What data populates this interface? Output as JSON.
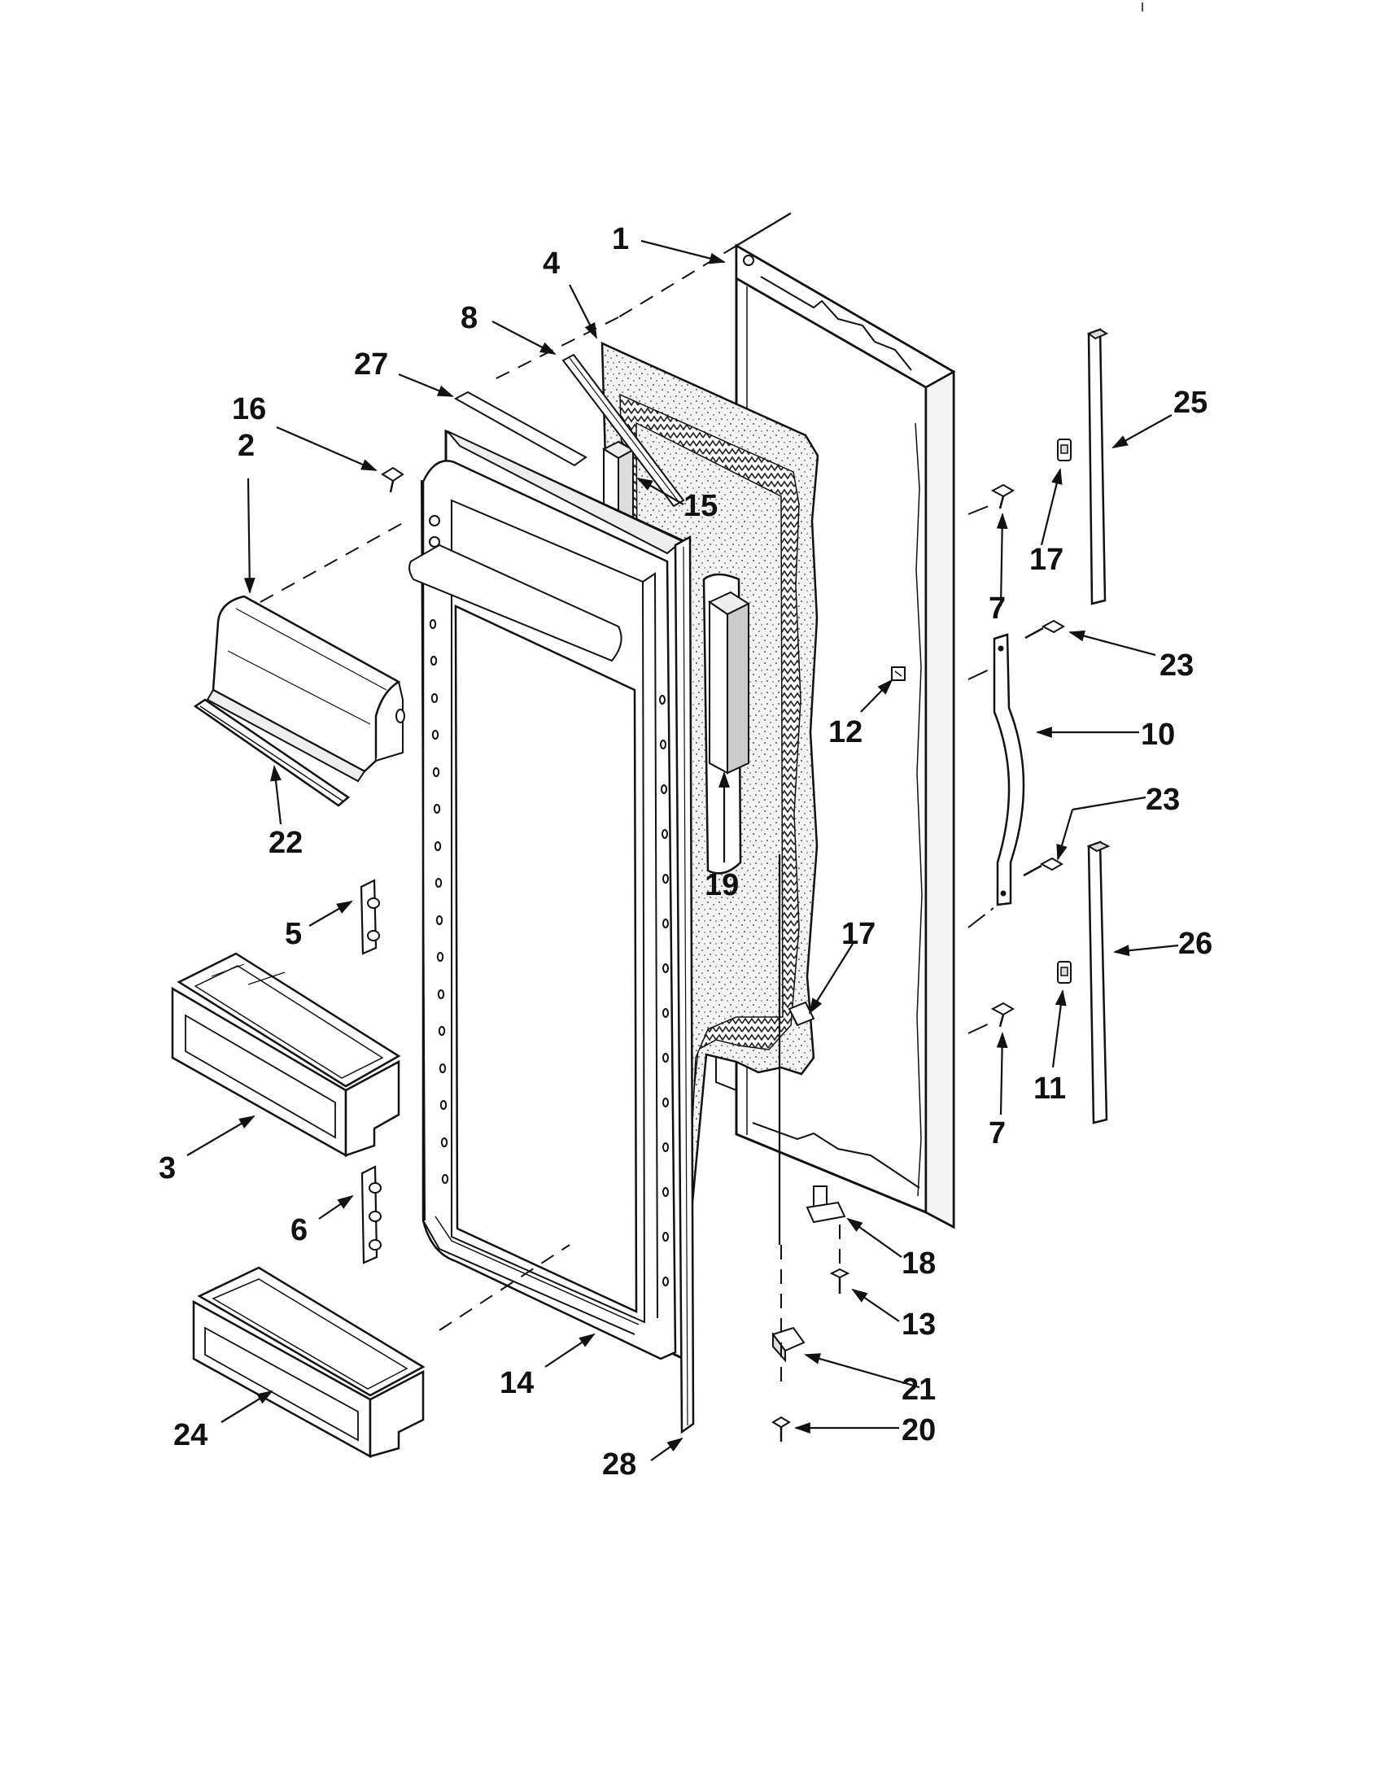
{
  "callouts": [
    {
      "id": "c1",
      "text": "1"
    },
    {
      "id": "c2",
      "text": "2"
    },
    {
      "id": "c3",
      "text": "3"
    },
    {
      "id": "c4",
      "text": "4"
    },
    {
      "id": "c5",
      "text": "5"
    },
    {
      "id": "c6",
      "text": "6"
    },
    {
      "id": "c7a",
      "text": "7"
    },
    {
      "id": "c7b",
      "text": "7"
    },
    {
      "id": "c8",
      "text": "8"
    },
    {
      "id": "c10",
      "text": "10"
    },
    {
      "id": "c11",
      "text": "11"
    },
    {
      "id": "c12",
      "text": "12"
    },
    {
      "id": "c13",
      "text": "13"
    },
    {
      "id": "c14",
      "text": "14"
    },
    {
      "id": "c15",
      "text": "15"
    },
    {
      "id": "c16",
      "text": "16"
    },
    {
      "id": "c17a",
      "text": "17"
    },
    {
      "id": "c17b",
      "text": "17"
    },
    {
      "id": "c18",
      "text": "18"
    },
    {
      "id": "c19",
      "text": "19"
    },
    {
      "id": "c20",
      "text": "20"
    },
    {
      "id": "c21",
      "text": "21"
    },
    {
      "id": "c22",
      "text": "22"
    },
    {
      "id": "c23a",
      "text": "23"
    },
    {
      "id": "c23b",
      "text": "23"
    },
    {
      "id": "c24",
      "text": "24"
    },
    {
      "id": "c25",
      "text": "25"
    },
    {
      "id": "c26",
      "text": "26"
    },
    {
      "id": "c27",
      "text": "27"
    },
    {
      "id": "c28",
      "text": "28"
    }
  ]
}
